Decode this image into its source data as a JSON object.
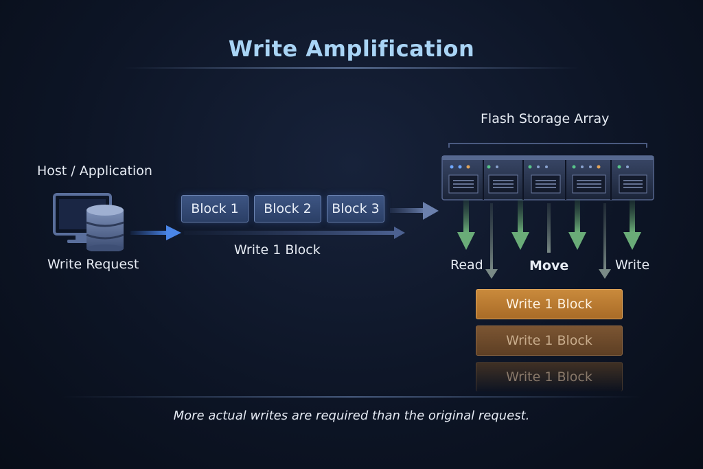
{
  "title": "Write Amplification",
  "host": {
    "label": "Host / Application",
    "request_label": "Write Request"
  },
  "blocks": [
    "Block 1",
    "Block 2",
    "Block 3"
  ],
  "flow_label": "Write 1 Block",
  "storage": {
    "label": "Flash Storage Array",
    "operations": [
      "Read",
      "Move",
      "Write"
    ]
  },
  "write_boxes": [
    "Write 1 Block",
    "Write 1 Block",
    "Write 1 Block"
  ],
  "caption": "More actual writes are required than the original request.",
  "colors": {
    "accent_blue": "#a9d4f5",
    "block_blue": "#2b3f66",
    "write_orange": "#c98a3c",
    "arrow_green": "#5f9a6c"
  }
}
